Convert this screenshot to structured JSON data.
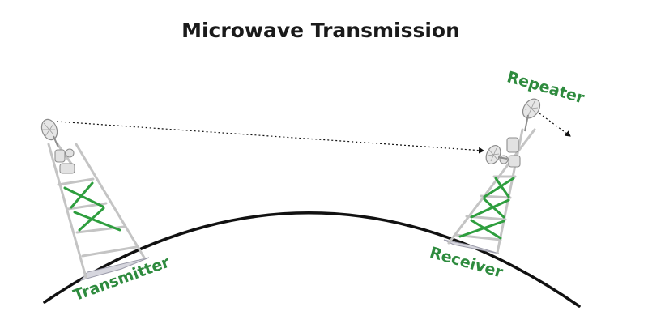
{
  "title": "Microwave Transmission",
  "labels": {
    "transmitter": "Transmitter",
    "receiver": "Receiver",
    "repeater": "Repeater"
  },
  "colors": {
    "label_green": "#2e8b3e",
    "brace_green": "#2e9e3e",
    "tower_gray": "#c4c4c4",
    "earth_curve": "#111111",
    "title_text": "#1a1a1a",
    "signal_line": "#111111"
  },
  "icons": [
    "transmitter-tower-icon",
    "receiver-tower-icon",
    "satellite-dish-icon",
    "earth-curvature"
  ]
}
